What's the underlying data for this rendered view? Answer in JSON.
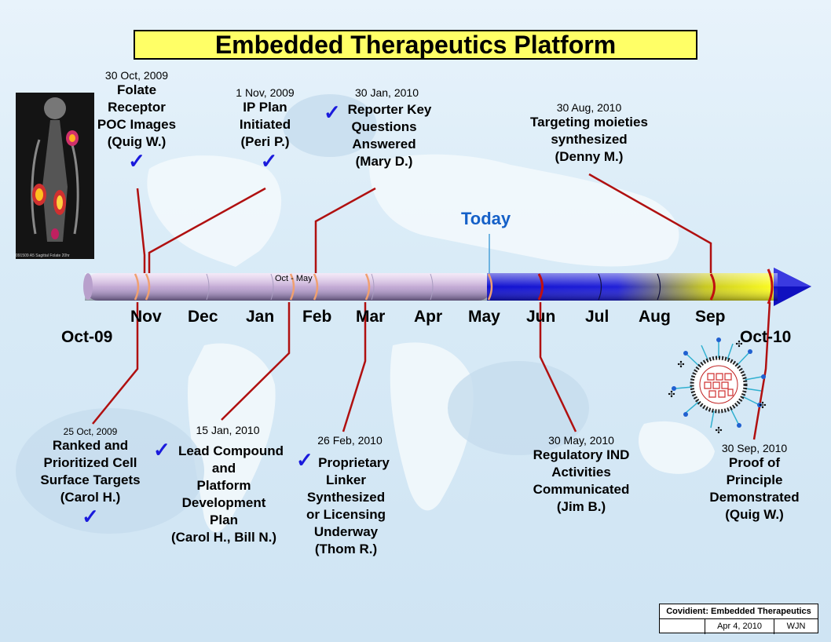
{
  "title": "Embedded Therapeutics Platform",
  "today_label": "Today",
  "bar_range_label": "Oct - May",
  "year_start": "Oct-09",
  "year_end": "Oct-10",
  "months": [
    "Nov",
    "Dec",
    "Jan",
    "Feb",
    "Mar",
    "Apr",
    "May",
    "Jun",
    "Jul",
    "Aug",
    "Sep"
  ],
  "scan_caption": "091509 A5 Sagittal Folate 20hr",
  "events_top": [
    {
      "date": "30 Oct, 2009",
      "lines": [
        "Folate",
        "Receptor",
        "POC Images",
        "(Quig W.)"
      ],
      "done": true
    },
    {
      "date": "1 Nov, 2009",
      "lines": [
        "IP Plan",
        "Initiated",
        "(Peri P.)"
      ],
      "done": true
    },
    {
      "date": "30 Jan, 2010",
      "lines": [
        "Reporter Key",
        "Questions",
        "Answered",
        "(Mary D.)"
      ],
      "done": true
    },
    {
      "date": "30 Aug, 2010",
      "lines": [
        "Targeting moieties",
        "synthesized",
        "(Denny M.)"
      ],
      "done": false
    }
  ],
  "events_bottom": [
    {
      "date": "25 Oct, 2009",
      "lines": [
        "Ranked and",
        "Prioritized Cell",
        "Surface Targets",
        "(Carol H.)"
      ],
      "done": true
    },
    {
      "date": "15 Jan, 2010",
      "lines": [
        "Lead Compound",
        "and",
        "Platform",
        "Development",
        "Plan",
        "(Carol H., Bill N.)"
      ],
      "done": true
    },
    {
      "date": "26 Feb, 2010",
      "lines": [
        "Proprietary",
        "Linker",
        "Synthesized",
        "or Licensing",
        "Underway",
        "(Thom R.)"
      ],
      "done": true
    },
    {
      "date": "30 May, 2010",
      "lines": [
        "Regulatory IND",
        "Activities",
        "Communicated",
        "(Jim B.)"
      ],
      "done": false
    },
    {
      "date": "30 Sep, 2010",
      "lines": [
        "Proof of",
        "Principle",
        "Demonstrated",
        "(Quig W.)"
      ],
      "done": false
    }
  ],
  "footer": {
    "org": "Covidient:  Embedded Therapeutics",
    "date": "Apr 4, 2010",
    "initials": "WJN"
  },
  "colors": {
    "connector": "#b01010",
    "check": "#1a1adc",
    "title_bg": "#ffff66",
    "today": "#1560c8"
  }
}
